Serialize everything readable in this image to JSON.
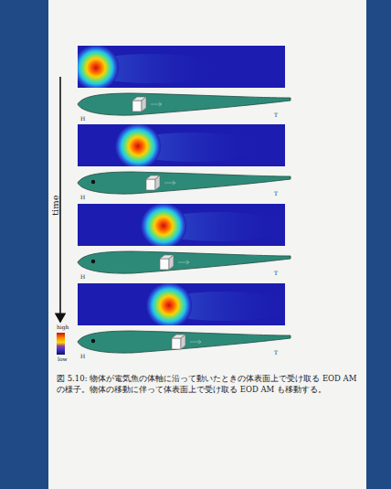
{
  "diagram": {
    "caption": "図 5.10: 物体が電気魚の体軸に沿って動いたときの体表面上で受け取る EOD AM の様子。物体の移動に伴って体表面上で受け取る EOD AM も移動する。",
    "labels": [
      "H",
      "T",
      "H",
      "T",
      "H",
      "T",
      "H",
      "T",
      "time",
      "high",
      "low"
    ]
  }
}
